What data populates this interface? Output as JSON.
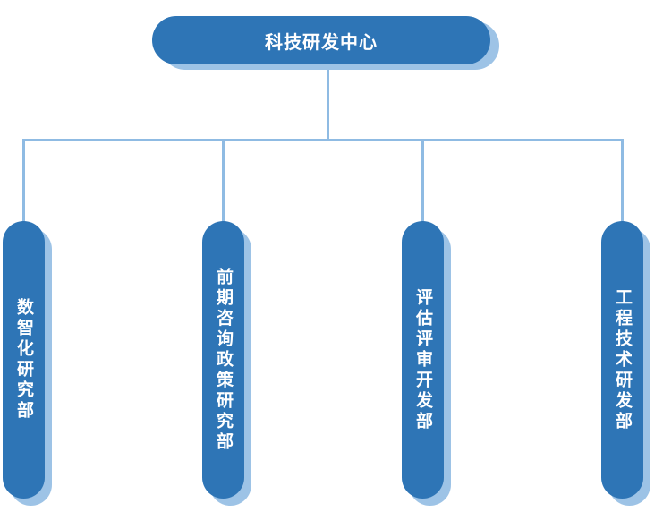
{
  "org": {
    "root": {
      "label": "科技研发中心"
    },
    "departments": [
      {
        "label": "数智化研究部"
      },
      {
        "label": "前期咨询政策研究部"
      },
      {
        "label": "评估评审开发部"
      },
      {
        "label": "工程技术研发部"
      }
    ]
  },
  "colors": {
    "node-fill": "#2E75B6",
    "node-shadow": "#9DC3E6",
    "connector": "#8FBBE3",
    "node-text": "#FFFFFF",
    "background": "#FFFFFF"
  }
}
